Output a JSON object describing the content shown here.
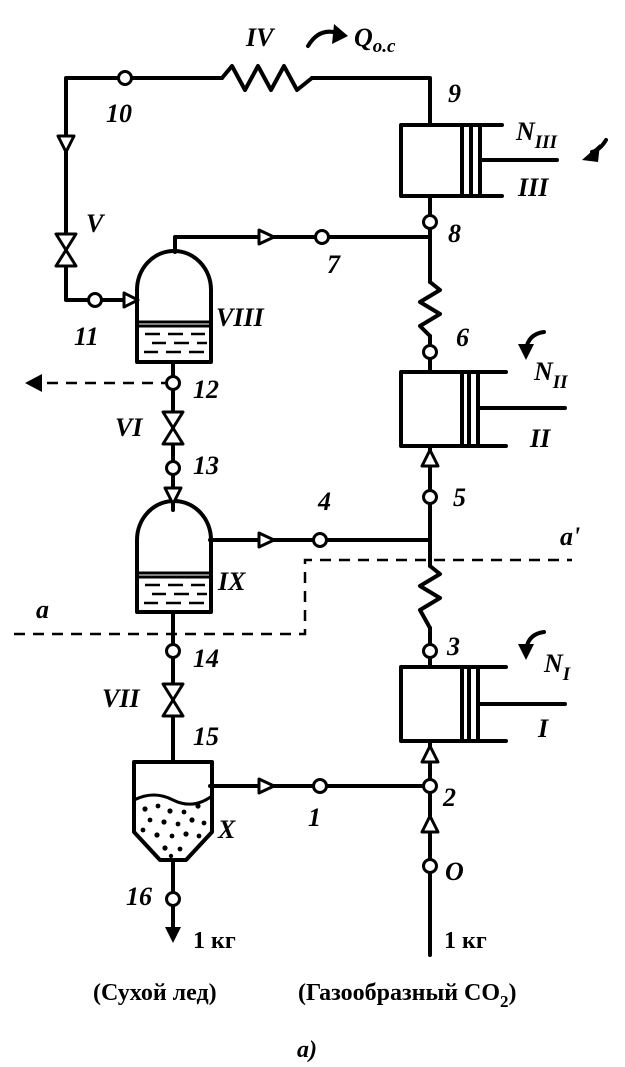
{
  "diagram": {
    "node_labels": [
      "10",
      "11",
      "12",
      "13",
      "14",
      "15",
      "16",
      "9",
      "8",
      "7",
      "6",
      "5",
      "4",
      "3",
      "2",
      "1",
      "O"
    ],
    "component_labels": [
      "IV",
      "V",
      "VI",
      "VII",
      "VIII",
      "IX",
      "X",
      "III",
      "II",
      "I"
    ],
    "heat": {
      "symbol": "Q",
      "subscript": "о.с"
    },
    "work": [
      {
        "symbol": "N",
        "subscript": "III"
      },
      {
        "symbol": "N",
        "subscript": "II"
      },
      {
        "symbol": "N",
        "subscript": "I"
      }
    ],
    "dashed_labels": {
      "left": "a",
      "right": "a'"
    },
    "outputs": {
      "left_mass": "1 кг",
      "right_mass": "1 кг",
      "left_caption": "(Сухой лед)",
      "right_caption_main": "(Газообразный СО",
      "right_caption_sub": "2",
      "right_caption_end": ")"
    },
    "figure_label": "а)"
  }
}
